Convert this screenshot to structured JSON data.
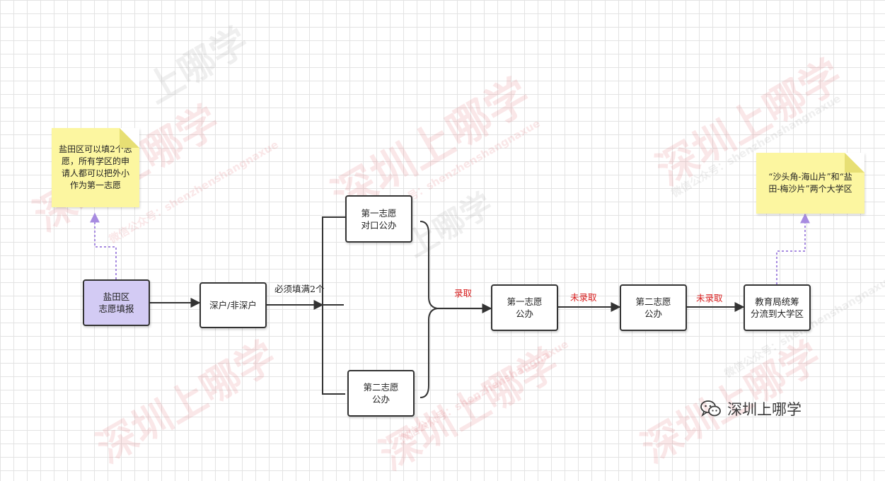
{
  "nodes": {
    "yantian_application": "盐田区\n志愿填报",
    "hukou_type": "深户/非深户",
    "first_choice_matched": "第一志愿\n对口公办",
    "second_choice_public": "第二志愿\n公办",
    "first_choice_public": "第一志愿\n公办",
    "second_choice_public_result": "第二志愿\n公办",
    "bureau_allocation": "教育局统筹\n分流到大学区"
  },
  "notes": {
    "left_note": "盐田区可以填2个志愿，所有学区的申请人都可以把外小作为第一志愿",
    "right_note": "“沙头角-海山片”和“盐田-梅沙片”两个大学区"
  },
  "edge_labels": {
    "must_fill": "必须填满2个",
    "admitted": "录取",
    "not_admitted_1": "未录取",
    "not_admitted_2": "未录取"
  },
  "watermark": {
    "main": "深圳上哪学",
    "small": "上哪学",
    "wechat": "微信公众号：shenzhenshangnaxue"
  },
  "brand": {
    "name": "深圳上哪学",
    "icon": "wechat-icon"
  },
  "colors": {
    "purple_node": "#d3cbf4",
    "note_yellow": "#fcf6a0",
    "red_label": "#d81e1e",
    "dotted_arrow": "#a78be0"
  }
}
